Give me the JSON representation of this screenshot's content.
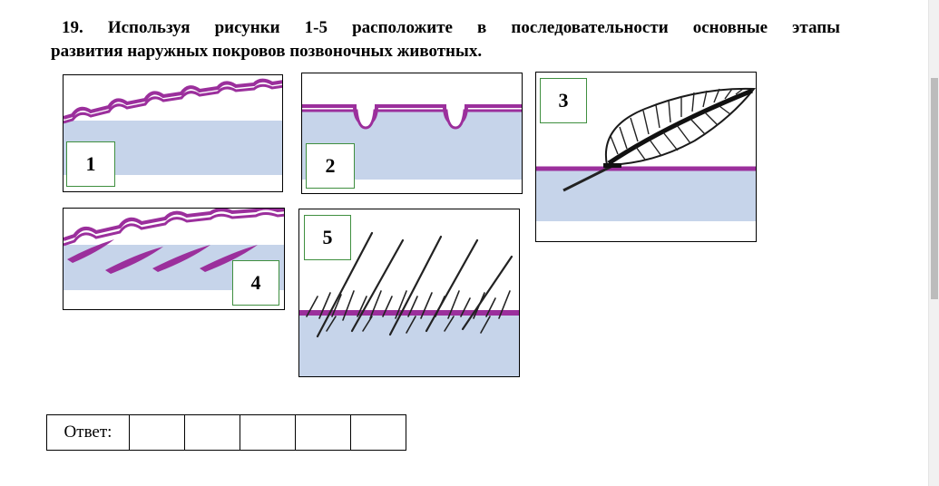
{
  "question": {
    "line1": "19. Используя рисунки 1-5 расположите в последовательности основные этапы",
    "line2": "развития наружных покровов позвоночных животных."
  },
  "figures": [
    {
      "label": "1"
    },
    {
      "label": "2"
    },
    {
      "label": "3"
    },
    {
      "label": "4"
    },
    {
      "label": "5"
    }
  ],
  "answer": {
    "label": "Ответ:",
    "cells": [
      "",
      "",
      "",
      "",
      ""
    ]
  },
  "colors": {
    "purple": "#9b2f9c",
    "tissue": "#c6d4ea",
    "number_border": "#3f8f3f"
  }
}
